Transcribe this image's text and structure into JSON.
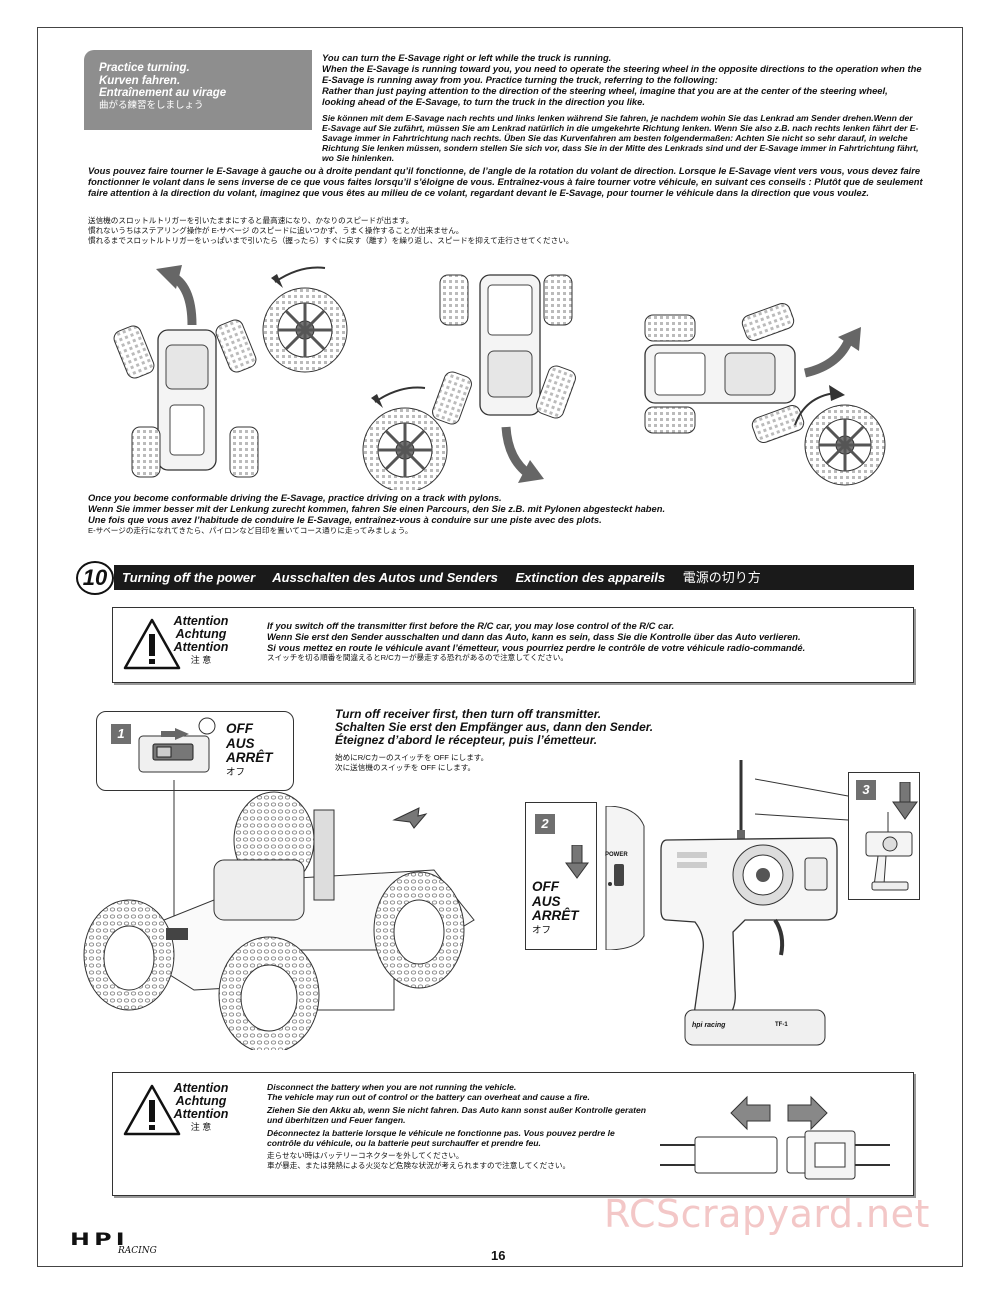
{
  "steering": {
    "box_lines": [
      "Practice turning.",
      "Kurven fahren.",
      "Entraînement au virage",
      "曲がる練習をしましょう"
    ],
    "en": "You can turn the E-Savage right or left while the truck is running.\nWhen the E-Savage is running toward you, you need to operate the steering wheel in the opposite directions to the operation when the E-Savage is running away from you. Practice turning the truck, referring to the following:\nRather than just paying attention to the direction of the steering wheel, imagine that you are at the center of the steering wheel, looking ahead of the E-Savage, to turn the truck in the direction you like.",
    "de": "Sie können mit dem E-Savage nach rechts und links lenken während Sie fahren, je nachdem wohin Sie das Lenkrad am Sender drehen.Wenn der E-Savage auf Sie zufährt, müssen Sie am Lenkrad natürlich in die umgekehrte Richtung lenken. Wenn Sie also z.B. nach rechts lenken fährt der E-Savage immer in Fahrtrichtung nach rechts. Üben Sie das Kurvenfahren am besten folgendermaßen: Achten Sie nicht so sehr darauf, in welche Richtung Sie lenken müssen, sondern stellen Sie sich vor, dass Sie in der Mitte des Lenkrads sind und der E-Savage immer in Fahrtrichtung fährt, wo Sie hinlenken.",
    "fr": "Vous pouvez faire tourner le E-Savage à gauche ou à droite pendant qu’il fonctionne, de l’angle de la rotation du volant de direction. Lorsque le E-Savage vient vers vous, vous devez faire fonctionner le volant dans le sens inverse de ce que vous faites lorsqu’il s’éloigne de vous. Entraînez-vous à faire tourner votre véhicule, en suivant ces conseils : Plutôt que de seulement faire attention à la direction du volant, imaginez que vous êtes au milieu de ce volant, regardant devant le E-Savage, pour tourner le véhicule dans la direction que vous voulez.",
    "jp": [
      "送信機のスロットルトリガーを引いたままにすると最高速になり、かなりのスピードが出ます。",
      "慣れないうちはステアリング操作が E-サベージ のスピードに追いつかず、うまく操作することが出来ません。",
      "慣れるまでスロットルトリガーをいっぱいまで引いたら（握ったら）すぐに戻す（離す）を繰り返し、スピードを抑えて走行させてください。"
    ]
  },
  "pylons": {
    "en": "Once you become conformable driving the E-Savage, practice driving on a track with pylons.",
    "de": "Wenn Sie immer besser mit der Lenkung zurecht kommen, fahren Sie einen Parcours, den Sie z.B. mit Pylonen abgesteckt haben.",
    "fr": "Une fois que vous avez l’habitude de conduire le E-Savage, entraînez-vous à conduire sur une piste avec des plots.",
    "jp": "E-サベージの走行になれてきたら、パイロンなど目印を置いてコース通りに走ってみましょう。"
  },
  "section": {
    "number": "10",
    "titles": [
      "Turning off the power",
      "Ausschalten des Autos und Senders",
      "Extinction des appareils",
      "電源の切り方"
    ]
  },
  "attention": {
    "label": [
      "Attention",
      "Achtung",
      "Attention",
      "注 意"
    ],
    "box1": [
      "If you switch off the transmitter first before the R/C car, you may lose control of the R/C car.",
      "Wenn Sie erst den Sender ausschalten und dann das Auto, kann es sein, dass Sie die Kontrolle über das Auto verlieren.",
      "Si vous mettez en route le véhicule avant l’émetteur, vous pourriez perdre le contrôle de votre véhicule radio-commandé.",
      "スイッチを切る順番を間違えるとR/Cカーが暴走する恐れがあるので注意してください。"
    ],
    "box2": [
      "Disconnect the battery when you are not running the vehicle.",
      "The vehicle may run out of control or the battery can overheat and cause a fire.",
      "Ziehen Sie den Akku ab, wenn Sie nicht fahren. Das Auto kann sonst außer Kontrolle geraten und überhitzen und Feuer fangen.",
      "Déconnectez la batterie lorsque le véhicule ne fonctionne pas. Vous pouvez perdre le contrôle du véhicule, ou la batterie peut surchauffer et prendre feu.",
      "走らせない時はバッテリーコネクターを外してください。",
      "車が暴走、または発熱による火災など危険な状況が考えられますので注意してください。"
    ]
  },
  "order": {
    "lines": [
      "Turn off receiver first, then turn off transmitter.",
      "Schalten Sie erst den Empfänger aus, dann den Sender.",
      "Éteignez d’abord le récepteur, puis l’émetteur."
    ],
    "jp": [
      "始めにR/Cカーのスイッチを OFF にします。",
      "次に送信機のスイッチを OFF にします。"
    ]
  },
  "steps": {
    "one": "1",
    "two": "2",
    "three": "3",
    "off": [
      "OFF",
      "AUS",
      "ARRÊT",
      "オフ"
    ],
    "power_label": "POWER"
  },
  "brand": {
    "logo": "HPI",
    "sub": "RACING",
    "tx_brand": "hpi racing",
    "tx_model": "TF-1"
  },
  "footer": {
    "page": "16",
    "watermark": "RCScrapyard.net"
  }
}
